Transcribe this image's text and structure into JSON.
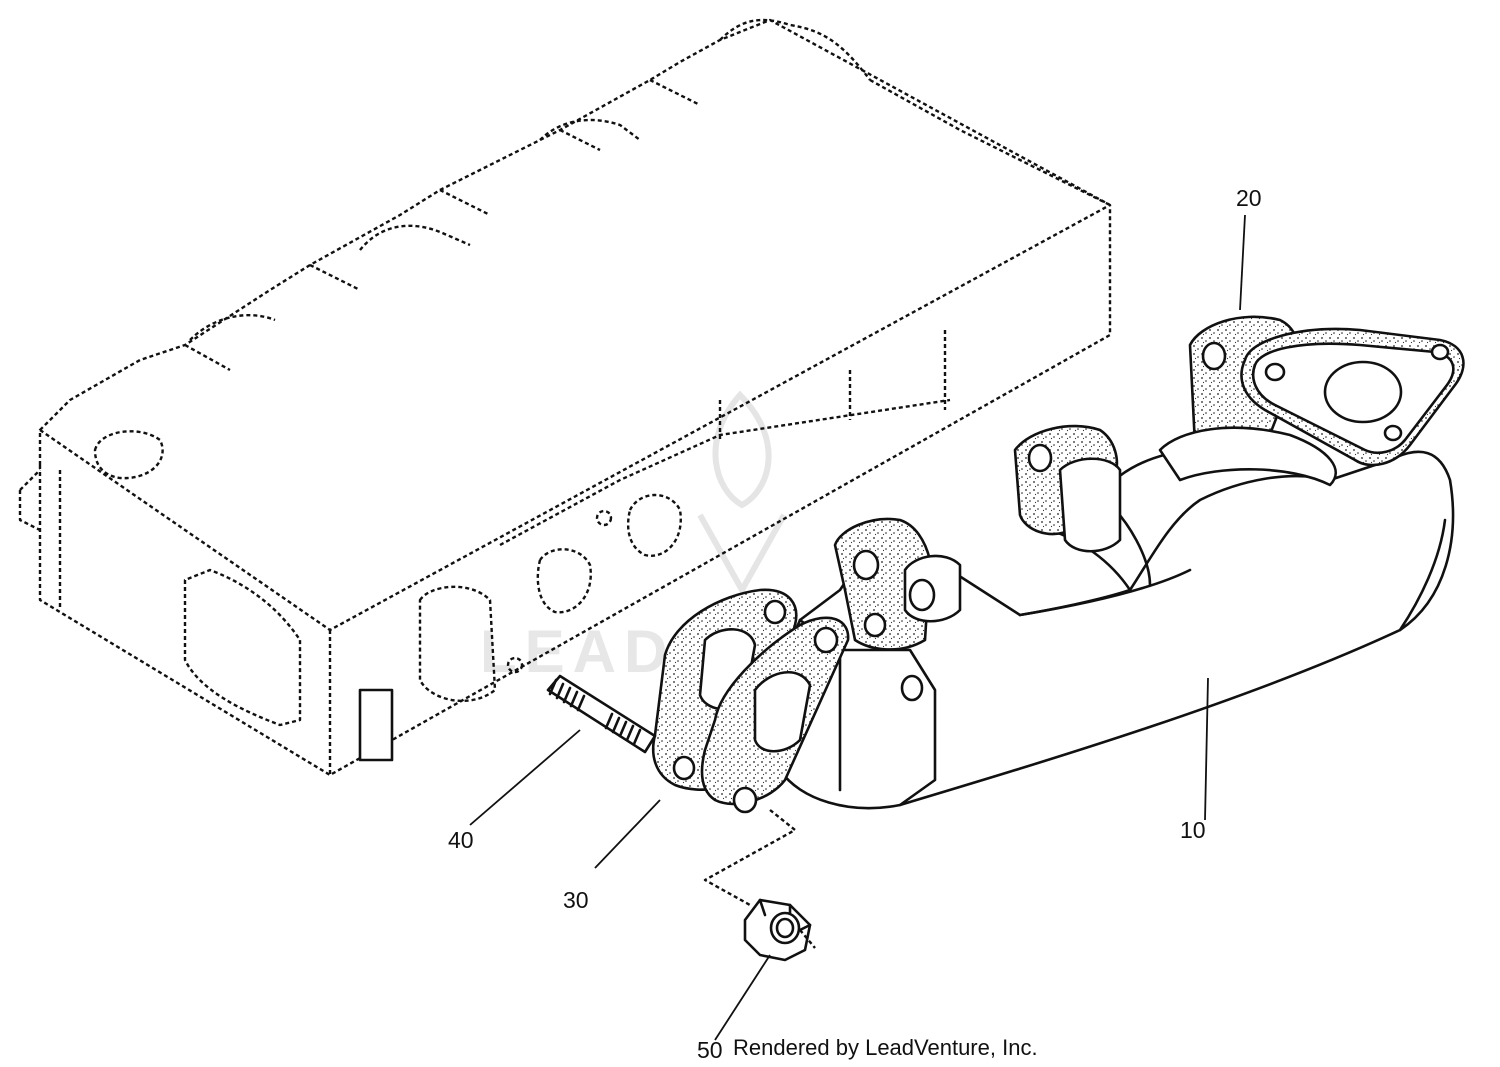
{
  "callouts": {
    "c10": "10",
    "c20": "20",
    "c30": "30",
    "c40": "40",
    "c50": "50"
  },
  "credit": "Rendered by LeadVenture, Inc.",
  "watermark": "LEADVENTURE"
}
